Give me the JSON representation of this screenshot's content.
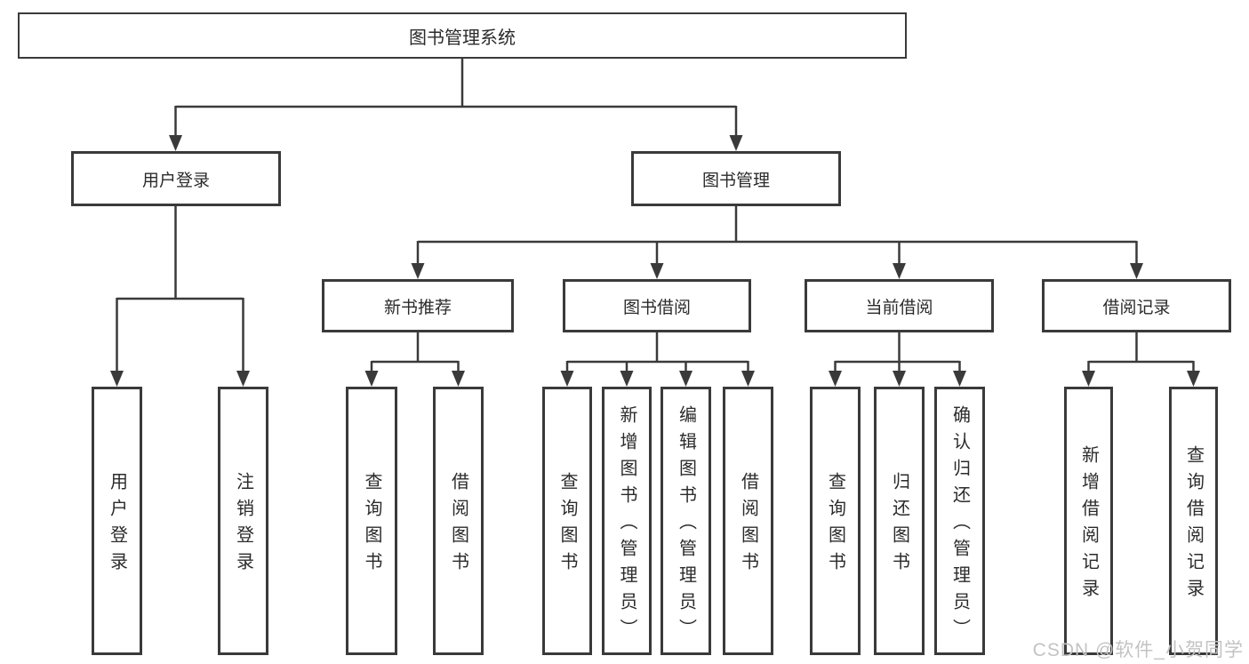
{
  "diagram": {
    "title": "图书管理系统",
    "branches": [
      {
        "label": "用户登录",
        "children": [
          {
            "label": "用户登录"
          },
          {
            "label": "注销登录"
          }
        ]
      },
      {
        "label": "图书管理",
        "children": [
          {
            "label": "新书推荐",
            "children": [
              {
                "label": "查询图书"
              },
              {
                "label": "借阅图书"
              }
            ]
          },
          {
            "label": "图书借阅",
            "children": [
              {
                "label": "查询图书"
              },
              {
                "label": "新增图书（管理员）"
              },
              {
                "label": "编辑图书（管理员）"
              },
              {
                "label": "借阅图书"
              }
            ]
          },
          {
            "label": "当前借阅",
            "children": [
              {
                "label": "查询图书"
              },
              {
                "label": "归还图书"
              },
              {
                "label": "确认归还（管理员）"
              }
            ]
          },
          {
            "label": "借阅记录",
            "children": [
              {
                "label": "新增借阅记录"
              },
              {
                "label": "查询借阅记录"
              }
            ]
          }
        ]
      }
    ],
    "line_color": "#3a3a3a",
    "text_color": "#2b2b2b",
    "box_fill": "#ffffff"
  },
  "watermark": {
    "text": "CSDN @软件_小贺同学",
    "color": "#c3c3c3"
  }
}
